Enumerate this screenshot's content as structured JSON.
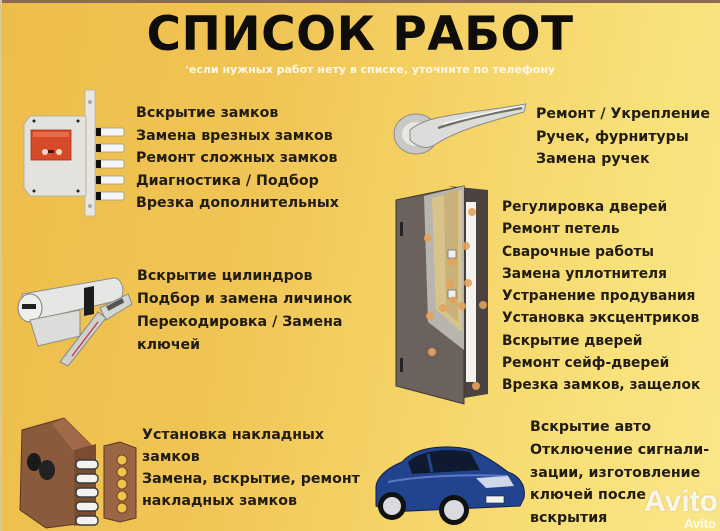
{
  "header": {
    "title": "СПИСОК РАБОТ",
    "subtitle_marker": "°",
    "subtitle": "если нужных работ нету в списке, уточните по телефону"
  },
  "sections": {
    "mortise_locks": {
      "icon": "mortise-lock-icon",
      "lines": [
        "Вскрытие замков",
        "Замена врезных замков",
        "Ремонт сложных замков",
        "Диагностика / Подбор",
        "Врезка дополнительных"
      ]
    },
    "handles": {
      "icon": "door-handle-icon",
      "lines": [
        "Ремонт / Укрепление",
        "Ручек, фурнитуры",
        "Замена ручек"
      ]
    },
    "doors": {
      "icon": "steel-door-icon",
      "lines": [
        "Регулировка дверей",
        "Ремонт петель",
        "Сварочные работы",
        "Замена уплотнителя",
        "Устранение продувания",
        "Установка эксцентриков",
        "Вскрытие дверей",
        "Ремонт сейф-дверей",
        "Врезка замков, защелок"
      ]
    },
    "cylinders": {
      "icon": "lock-cylinder-key-icon",
      "lines": [
        "Вскрытие цилиндров",
        "Подбор и замена личинок",
        "Перекодировка / Замена",
        "ключей"
      ]
    },
    "overlay_locks": {
      "icon": "rim-lock-icon",
      "lines": [
        "Установка накладных",
        "замков",
        "Замена, вскрытие, ремонт",
        "накладных замков"
      ]
    },
    "auto": {
      "icon": "car-icon",
      "lines": [
        "Вскрытие авто",
        "Отключение сигнали-",
        "зации, изготовление",
        "ключей после",
        "вскрытия"
      ]
    }
  },
  "watermark": {
    "big": "Avito",
    "small": "Avito"
  },
  "colors": {
    "bg_left": "#EDBD4A",
    "bg_right": "#FAE68A",
    "text": "#211C14",
    "title": "#0F0D0A",
    "subtitle": "#FFF8E6"
  }
}
